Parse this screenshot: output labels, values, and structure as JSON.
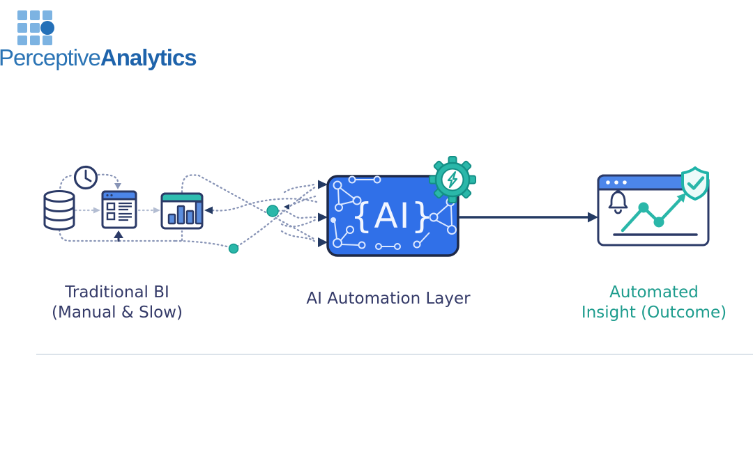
{
  "logo": {
    "brand_part1": "Perceptive",
    "brand_part2": "Analytics"
  },
  "stages": {
    "traditional": {
      "line1": "Traditional BI",
      "line2": "(Manual & Slow)"
    },
    "automation": {
      "line1": "AI Automation Layer"
    },
    "insight": {
      "line1": "Automated",
      "line2": "Insight (Outcome)"
    }
  },
  "ai_box": {
    "label": "{AI}"
  },
  "icons": [
    "database-icon",
    "clock-icon",
    "report-window-icon",
    "bar-chart-window-icon",
    "gear-lightning-icon",
    "network-nodes-icon",
    "bell-icon",
    "trend-arrow-icon",
    "shield-check-icon",
    "dashboard-window-icon"
  ],
  "colors": {
    "navy_outline": "#2b3a67",
    "label_navy": "#343a68",
    "label_teal": "#1d9c8d",
    "ai_box_blue": "#3070e8",
    "title_bar_blue": "#4c86ea",
    "teal_accent": "#2ab7a9",
    "bar_fill_blue": "#5c8ede",
    "logo_light_blue": "#7cb3e2",
    "logo_dark_blue": "#2470b8",
    "logo_text_blue": "#2b74b5"
  }
}
